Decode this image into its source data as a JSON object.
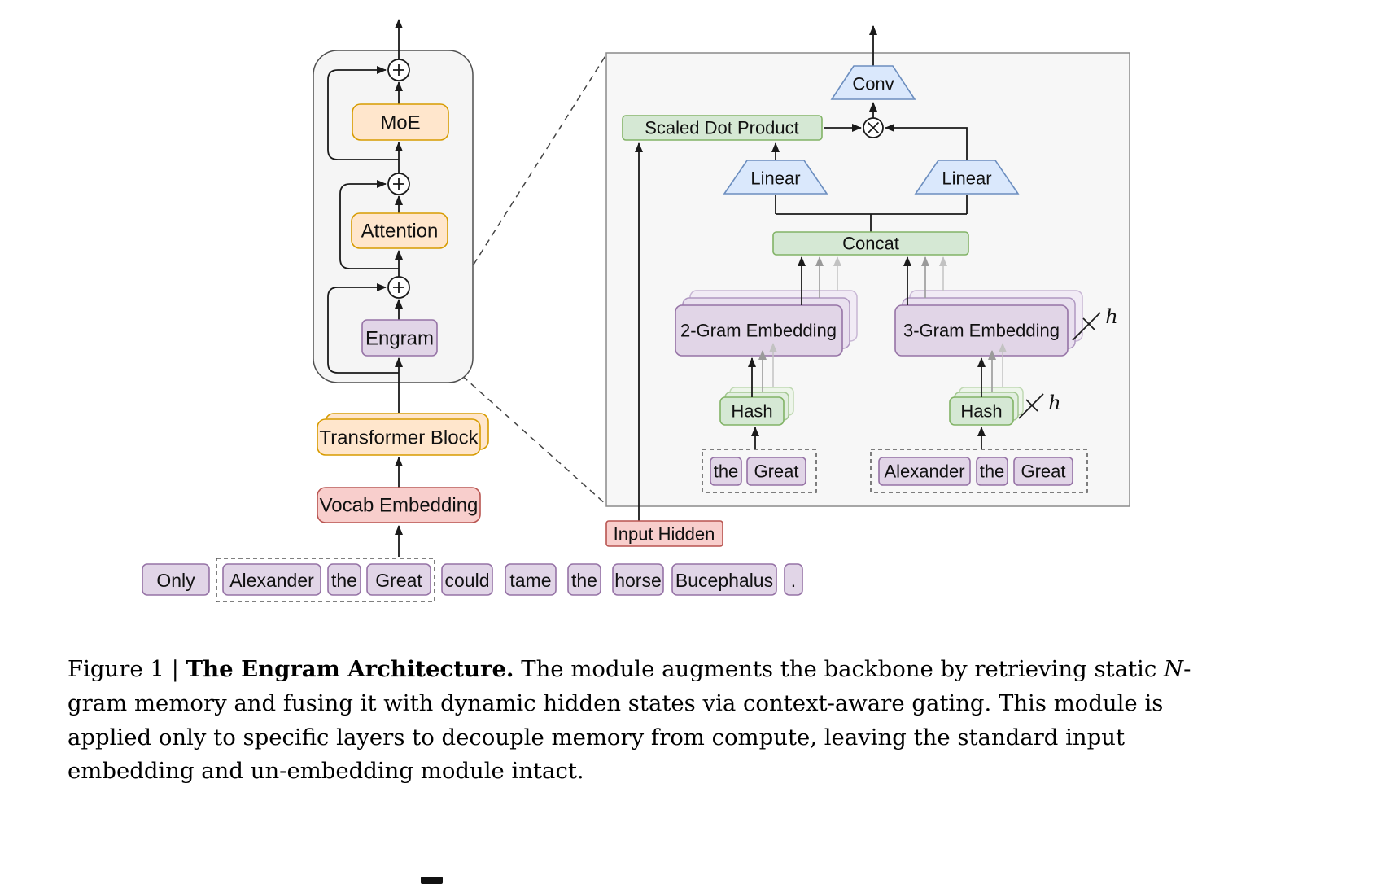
{
  "colors": {
    "block_orange": "#ffe6cc",
    "block_purple": "#e1d5e7",
    "block_green": "#d5e8d4",
    "block_blue": "#dae8fc",
    "block_pink": "#f8cecc"
  },
  "backbone": {
    "moe": "MoE",
    "attention": "Attention",
    "engram": "Engram",
    "transformer_block": "Transformer Block",
    "vocab_embedding": "Vocab Embedding"
  },
  "tokens": [
    "Only",
    "Alexander",
    "the",
    "Great",
    "could",
    "tame",
    "the",
    "horse",
    "Bucephalus",
    "."
  ],
  "engram_detail": {
    "conv": "Conv",
    "scaled_dot_product": "Scaled Dot Product",
    "linear_left": "Linear",
    "linear_right": "Linear",
    "concat": "Concat",
    "two_gram_embedding": "2-Gram Embedding",
    "three_gram_embedding": "3-Gram Embedding",
    "hash_left": "Hash",
    "hash_right": "Hash",
    "heads_label": "h",
    "input_hidden": "Input Hidden",
    "tokens_2gram": [
      "the",
      "Great"
    ],
    "tokens_3gram": [
      "Alexander",
      "the",
      "Great"
    ]
  },
  "caption": {
    "figure_label": "Figure 1 | ",
    "title": "The Engram Architecture.",
    "body_before_n": " The module augments the backbone by retrieving static ",
    "n": "N",
    "body_after_n": "-gram memory and fusing it with dynamic hidden states via context-aware gating. This module is applied only to specific layers to decouple memory from compute, leaving the standard input embedding and un-embedding module intact."
  }
}
